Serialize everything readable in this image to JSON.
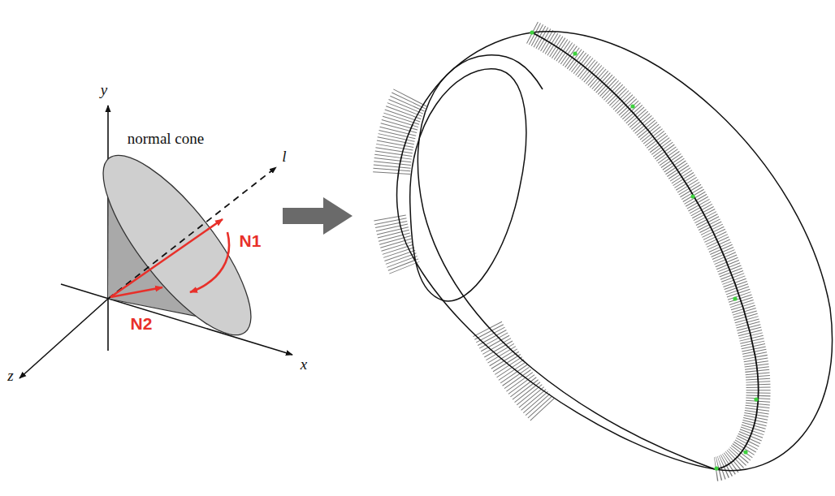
{
  "diagram": {
    "labels": [
      "y",
      "normal cone",
      "l",
      "N1",
      "N2",
      "x",
      "z"
    ]
  }
}
